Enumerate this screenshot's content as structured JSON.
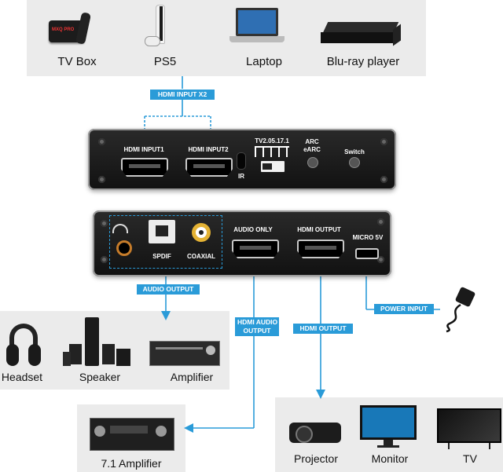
{
  "sources": {
    "items": [
      {
        "label": "TV Box"
      },
      {
        "label": "PS5"
      },
      {
        "label": "Laptop"
      },
      {
        "label": "Blu-ray player"
      }
    ],
    "tv_box_brand": "MXQ PRO"
  },
  "input_tag": "HDMI INPUT X2",
  "front_panel": {
    "hdmi1": "HDMI INPUT1",
    "hdmi2": "HDMI INPUT2",
    "ir": "IR",
    "tv_version": "TV2.05.17.1",
    "arc_line1": "ARC",
    "arc_line2": "eARC",
    "switch": "Switch"
  },
  "back_panel": {
    "spdif": "SPDIF",
    "coaxial": "COAXIAL",
    "audio_only": "AUDIO ONLY",
    "hdmi_output": "HDMI OUTPUT",
    "micro5v": "MICRO 5V"
  },
  "tags": {
    "audio_output": "AUDIO OUTPUT",
    "hdmi_audio_output_line1": "HDMI AUDIO",
    "hdmi_audio_output_line2": "OUTPUT",
    "hdmi_output": "HDMI OUTPUT",
    "power_input": "POWER INPUT"
  },
  "audio_devices": [
    {
      "label": "Headset"
    },
    {
      "label": "Speaker"
    },
    {
      "label": "Amplifier"
    }
  ],
  "amplifier71": {
    "label": "7.1 Amplifier"
  },
  "display_devices": [
    {
      "label": "Projector"
    },
    {
      "label": "Monitor"
    },
    {
      "label": "TV"
    }
  ],
  "colors": {
    "accent": "#2a9bd8",
    "panel": "#ebebeb",
    "device": "#1a1a1a"
  }
}
